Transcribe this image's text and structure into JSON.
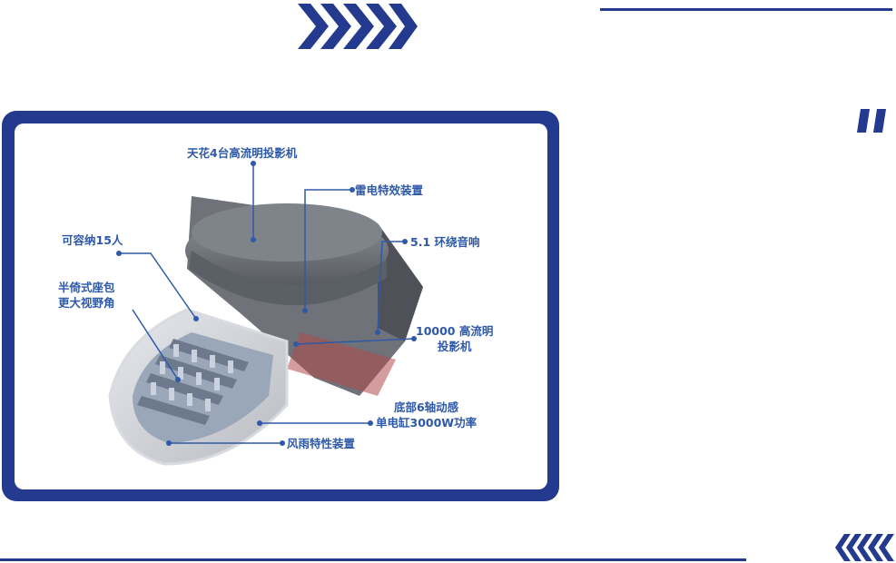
{
  "labels": {
    "ceiling_projectors": "天花4台高流明投影机",
    "thunder_effect": "雷电特效装置",
    "surround_sound": "5.1 环绕音响",
    "capacity": "可容纳15人",
    "seat_line1": "半倚式座包",
    "seat_line2": "更大视野角",
    "projector_line1": "10000 高流明",
    "projector_line2": "投影机",
    "motion_line1": "底部6轴动感",
    "motion_line2": "单电缸3000W功率",
    "wind_rain": "风雨特性装置"
  },
  "colors": {
    "brand_blue": "#243a8f",
    "label_blue": "#2e59a8",
    "background": "#ffffff"
  },
  "icons": [
    "chevrons-right-icon",
    "chevrons-left-icon",
    "quote-icon"
  ]
}
